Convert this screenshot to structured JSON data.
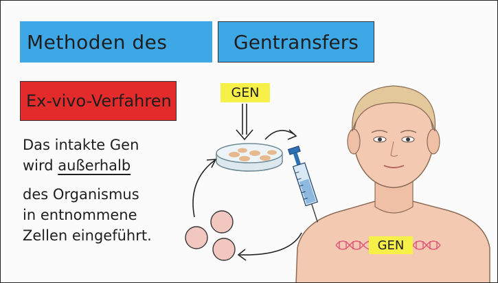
{
  "title": {
    "part1": "Methoden des",
    "part2": "Gentransfers"
  },
  "method": {
    "label": "Ex-vivo-Verfahren"
  },
  "description": {
    "line1": "Das intakte Gen",
    "line2_prefix": "wird ",
    "line2_emph": "außerhalb",
    "line3": "des Organismus",
    "line4": "in entnommene",
    "line5": "Zellen eingeführt."
  },
  "labels": {
    "gene_top": "GEN",
    "gene_body": "GEN"
  },
  "colors": {
    "title_bg": "#3ea8e6",
    "method_bg": "#e32b2b",
    "gene_bg": "#f7f048",
    "cell": "#f2c7c0",
    "skin": "#f3c9b1"
  }
}
